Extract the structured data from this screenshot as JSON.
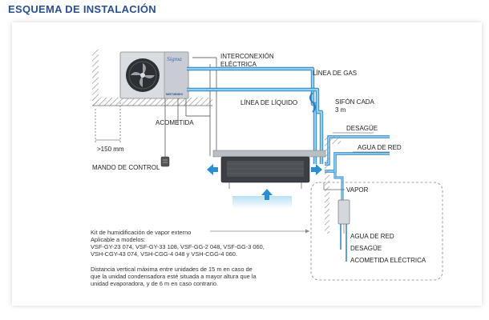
{
  "title": "ESQUEMA DE INSTALACIÓN",
  "brand": "Sigma",
  "outdoor_brand": "MISTUBISHI",
  "labels": {
    "interconexion_1": "INTERCONEXIÓN",
    "interconexion_2": "ELÉCTRICA",
    "linea_gas": "LÍNEA DE GAS",
    "linea_liquido": "LÍNEA DE LÍQUIDO",
    "sifon_1": "SIFÓN CADA",
    "sifon_2": "3 m",
    "acometida": "ACOMETIDA",
    "distancia": ">150 mm",
    "mando": "MANDO DE CONTROL",
    "desague_top": "DESAGÜE",
    "agua_red_top": "AGUA DE RED",
    "vapor": "VAPOR",
    "agua_red_bottom": "AGUA DE RED",
    "desague_bottom": "DESAGÜE",
    "acometida_electrica": "ACOMETIDA ELÉCTRICA"
  },
  "kit_note": [
    "Kit de humidificación de vapor externo",
    "Aplicable a modelos:",
    "VSF-GY-23 074, VSF-GY-33 108, VSF-GG-2 048, VSF-GG-3 060,",
    "VSH-CGY-43 074, VSH-CGG-4 048 y VSH-CGG-4 060."
  ],
  "distance_note": [
    "Distancia vertical máxima entre unidades de 15 m en caso de",
    "que la unidad condensadora esté situada a mayor altura que la",
    "unidad evaporadora, y de 6 m en caso contrario."
  ],
  "colors": {
    "title": "#2a4f8f",
    "pipe_light": "#8fd0ee",
    "pipe_dark": "#2a7fc0",
    "arrow": "#2a8fd0",
    "wall": "#b0b0b0"
  }
}
